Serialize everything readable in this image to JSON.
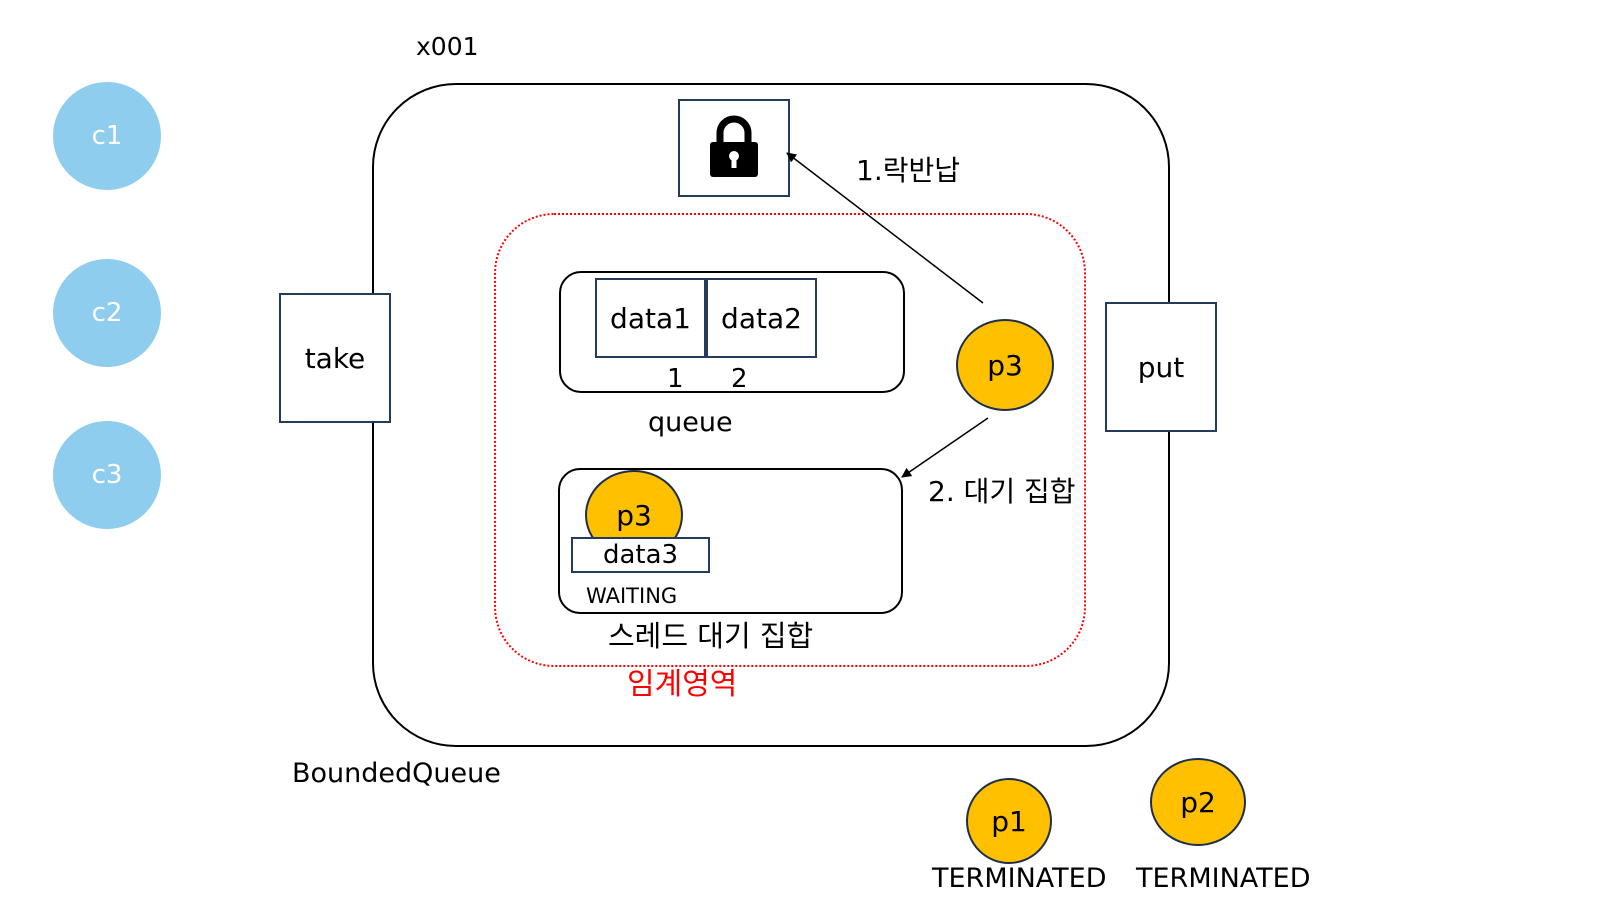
{
  "consumers": [
    "c1",
    "c2",
    "c3"
  ],
  "object_ref": "x001",
  "queue_class": "BoundedQueue",
  "methods": {
    "take": "take",
    "put": "put"
  },
  "lock_icon": "lock-icon",
  "step_labels": {
    "release_lock": "1.락반납",
    "wait_set": "2. 대기 집합"
  },
  "queue": {
    "cells": [
      "data1",
      "data2"
    ],
    "indices": [
      "1",
      "2"
    ],
    "caption": "queue"
  },
  "wait_set": {
    "thread": "p3",
    "data": "data3",
    "state": "WAITING",
    "caption": "스레드 대기 집합"
  },
  "critical_section_label": "임계영역",
  "active_producer": "p3",
  "finished_producers": [
    {
      "name": "p1",
      "state": "TERMINATED"
    },
    {
      "name": "p2",
      "state": "TERMINATED"
    }
  ],
  "colors": {
    "consumer": "#8fcdee",
    "producer": "#ffc000",
    "critical": "#ff0000",
    "border": "#233c5c"
  }
}
